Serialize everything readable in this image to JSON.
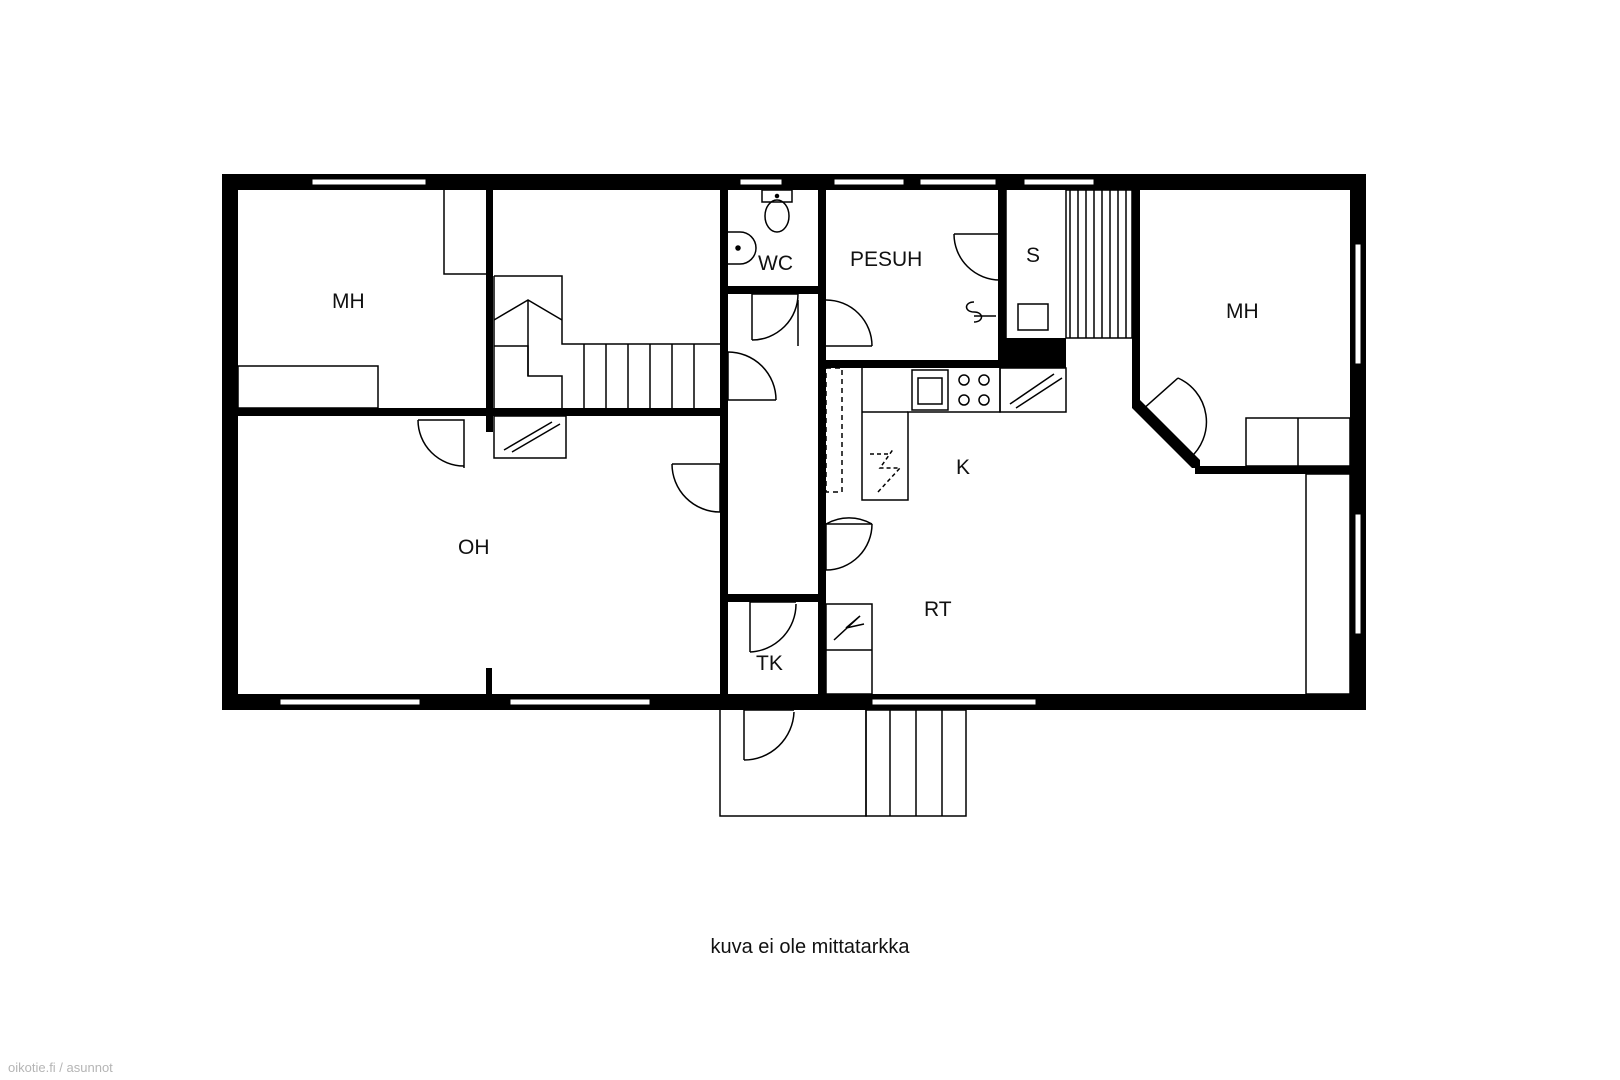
{
  "rooms": {
    "mh_left": "MH",
    "oh": "OH",
    "wc": "WC",
    "pesuh": "PESUH",
    "sauna": "S",
    "mh_right": "MH",
    "kitchen": "K",
    "rt": "RT",
    "tk": "TK"
  },
  "caption": "kuva ei ole mittatarkka",
  "watermark": "oikotie.fi / asunnot",
  "colors": {
    "wall": "#000000",
    "line": "#000000",
    "background": "#ffffff"
  }
}
